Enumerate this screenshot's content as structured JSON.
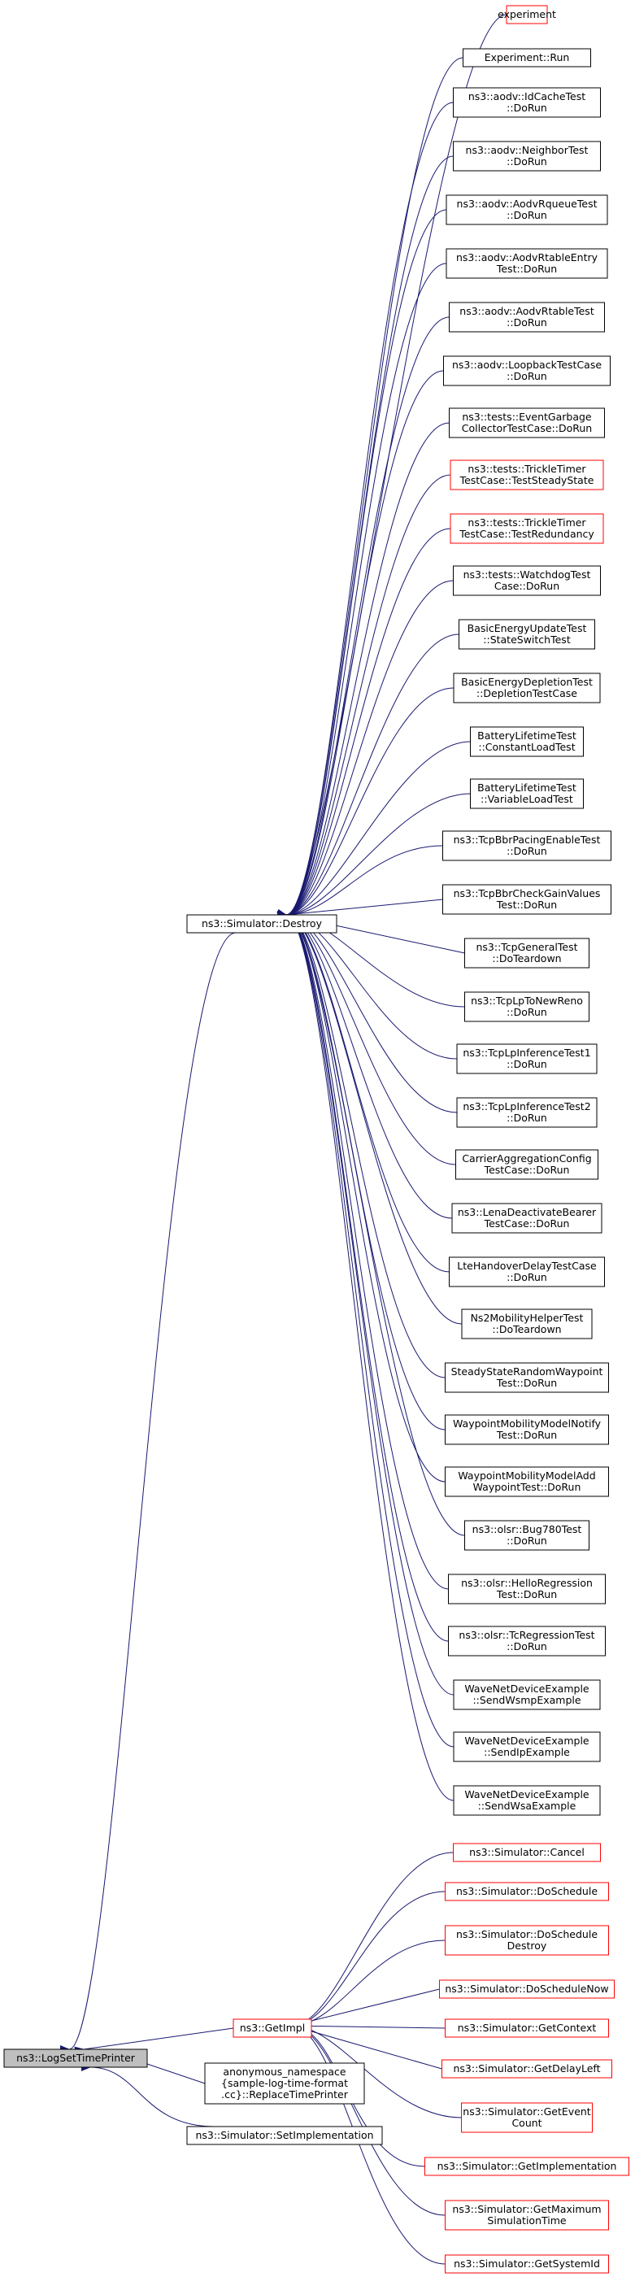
{
  "colors": {
    "edge": "#191970",
    "border_default": "#000000",
    "border_truncated": "#ff0000",
    "root_fill": "#bfbfbf",
    "node_fill": "#ffffff",
    "text": "#000000"
  },
  "graph": {
    "root": {
      "id": "root",
      "lines": [
        "ns3::LogSetTimePrinter"
      ]
    },
    "level1": [
      {
        "id": "destroy",
        "lines": [
          "ns3::Simulator::Destroy"
        ],
        "truncated": false
      },
      {
        "id": "getimpl",
        "lines": [
          "ns3::GetImpl"
        ],
        "truncated": true
      },
      {
        "id": "anon",
        "lines": [
          "anonymous_namespace",
          "{sample-log-time-format",
          ".cc}::ReplaceTimePrinter"
        ],
        "truncated": false
      },
      {
        "id": "setimpl",
        "lines": [
          "ns3::Simulator::SetImplementation"
        ],
        "truncated": false
      }
    ],
    "destroy_callers": [
      {
        "lines": [
          "experiment"
        ],
        "truncated": true
      },
      {
        "lines": [
          "Experiment::Run"
        ],
        "truncated": false
      },
      {
        "lines": [
          "ns3::aodv::IdCacheTest",
          "::DoRun"
        ],
        "truncated": false
      },
      {
        "lines": [
          "ns3::aodv::NeighborTest",
          "::DoRun"
        ],
        "truncated": false
      },
      {
        "lines": [
          "ns3::aodv::AodvRqueueTest",
          "::DoRun"
        ],
        "truncated": false
      },
      {
        "lines": [
          "ns3::aodv::AodvRtableEntry",
          "Test::DoRun"
        ],
        "truncated": false
      },
      {
        "lines": [
          "ns3::aodv::AodvRtableTest",
          "::DoRun"
        ],
        "truncated": false
      },
      {
        "lines": [
          "ns3::aodv::LoopbackTestCase",
          "::DoRun"
        ],
        "truncated": false
      },
      {
        "lines": [
          "ns3::tests::EventGarbage",
          "CollectorTestCase::DoRun"
        ],
        "truncated": false
      },
      {
        "lines": [
          "ns3::tests::TrickleTimer",
          "TestCase::TestSteadyState"
        ],
        "truncated": true
      },
      {
        "lines": [
          "ns3::tests::TrickleTimer",
          "TestCase::TestRedundancy"
        ],
        "truncated": true
      },
      {
        "lines": [
          "ns3::tests::WatchdogTest",
          "Case::DoRun"
        ],
        "truncated": false
      },
      {
        "lines": [
          "BasicEnergyUpdateTest",
          "::StateSwitchTest"
        ],
        "truncated": false
      },
      {
        "lines": [
          "BasicEnergyDepletionTest",
          "::DepletionTestCase"
        ],
        "truncated": false
      },
      {
        "lines": [
          "BatteryLifetimeTest",
          "::ConstantLoadTest"
        ],
        "truncated": false
      },
      {
        "lines": [
          "BatteryLifetimeTest",
          "::VariableLoadTest"
        ],
        "truncated": false
      },
      {
        "lines": [
          "ns3::TcpBbrPacingEnableTest",
          "::DoRun"
        ],
        "truncated": false
      },
      {
        "lines": [
          "ns3::TcpBbrCheckGainValues",
          "Test::DoRun"
        ],
        "truncated": false
      },
      {
        "lines": [
          "ns3::TcpGeneralTest",
          "::DoTeardown"
        ],
        "truncated": false
      },
      {
        "lines": [
          "ns3::TcpLpToNewReno",
          "::DoRun"
        ],
        "truncated": false
      },
      {
        "lines": [
          "ns3::TcpLpInferenceTest1",
          "::DoRun"
        ],
        "truncated": false
      },
      {
        "lines": [
          "ns3::TcpLpInferenceTest2",
          "::DoRun"
        ],
        "truncated": false
      },
      {
        "lines": [
          "CarrierAggregationConfig",
          "TestCase::DoRun"
        ],
        "truncated": false
      },
      {
        "lines": [
          "ns3::LenaDeactivateBearer",
          "TestCase::DoRun"
        ],
        "truncated": false
      },
      {
        "lines": [
          "LteHandoverDelayTestCase",
          "::DoRun"
        ],
        "truncated": false
      },
      {
        "lines": [
          "Ns2MobilityHelperTest",
          "::DoTeardown"
        ],
        "truncated": false
      },
      {
        "lines": [
          "SteadyStateRandomWaypoint",
          "Test::DoRun"
        ],
        "truncated": false
      },
      {
        "lines": [
          "WaypointMobilityModelNotify",
          "Test::DoRun"
        ],
        "truncated": false
      },
      {
        "lines": [
          "WaypointMobilityModelAdd",
          "WaypointTest::DoRun"
        ],
        "truncated": false
      },
      {
        "lines": [
          "ns3::olsr::Bug780Test",
          "::DoRun"
        ],
        "truncated": false
      },
      {
        "lines": [
          "ns3::olsr::HelloRegression",
          "Test::DoRun"
        ],
        "truncated": false
      },
      {
        "lines": [
          "ns3::olsr::TcRegressionTest",
          "::DoRun"
        ],
        "truncated": false
      },
      {
        "lines": [
          "WaveNetDeviceExample",
          "::SendWsmpExample"
        ],
        "truncated": false
      },
      {
        "lines": [
          "WaveNetDeviceExample",
          "::SendIpExample"
        ],
        "truncated": false
      },
      {
        "lines": [
          "WaveNetDeviceExample",
          "::SendWsaExample"
        ],
        "truncated": false
      }
    ],
    "getimpl_callers": [
      {
        "lines": [
          "ns3::Simulator::Cancel"
        ],
        "truncated": true
      },
      {
        "lines": [
          "ns3::Simulator::DoSchedule"
        ],
        "truncated": true
      },
      {
        "lines": [
          "ns3::Simulator::DoSchedule",
          "Destroy"
        ],
        "truncated": true
      },
      {
        "lines": [
          "ns3::Simulator::DoScheduleNow"
        ],
        "truncated": true
      },
      {
        "lines": [
          "ns3::Simulator::GetContext"
        ],
        "truncated": true
      },
      {
        "lines": [
          "ns3::Simulator::GetDelayLeft"
        ],
        "truncated": true
      },
      {
        "lines": [
          "ns3::Simulator::GetEvent",
          "Count"
        ],
        "truncated": true
      },
      {
        "lines": [
          "ns3::Simulator::GetImplementation"
        ],
        "truncated": true
      },
      {
        "lines": [
          "ns3::Simulator::GetMaximum",
          "SimulationTime"
        ],
        "truncated": true
      },
      {
        "lines": [
          "ns3::Simulator::GetSystemId"
        ],
        "truncated": true
      }
    ]
  }
}
